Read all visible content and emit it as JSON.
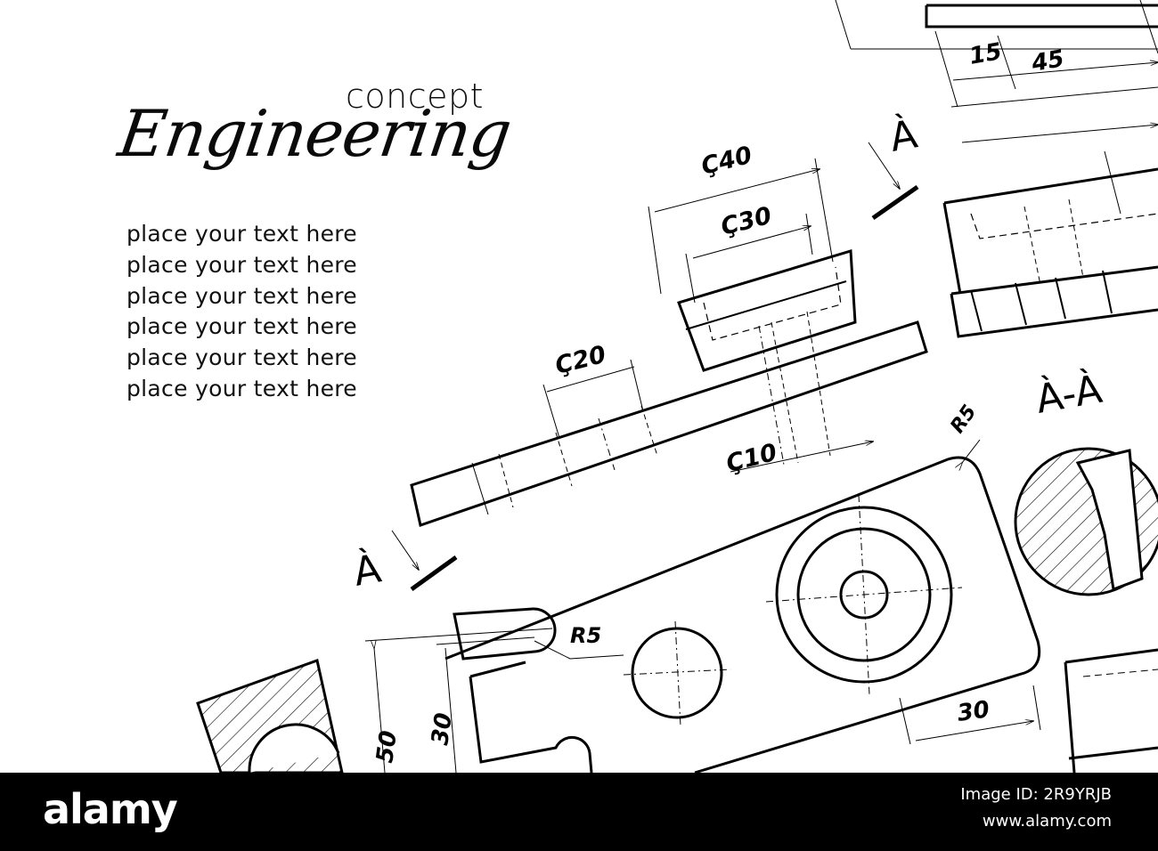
{
  "heading": {
    "small": "concept",
    "large": "Engineering"
  },
  "placeholder_lines": [
    "place your text here",
    "place your text here",
    "place your text here",
    "place your text here",
    "place your text here",
    "place your text here"
  ],
  "dimensions": {
    "d40": "Ç40",
    "d30": "Ç30",
    "d20": "Ç20",
    "d10": "Ç10",
    "r5_small": "R5",
    "r5": "R5",
    "top15": "15",
    "top45": "45",
    "bottom30": "30",
    "left50": "50",
    "left30": "30"
  },
  "section_labels": {
    "a_top": "À",
    "a_left": "À",
    "a_a": "À-À"
  },
  "footer": {
    "brand": "alamy",
    "image_id": "Image ID: 2R9YRJB",
    "url": "www.alamy.com"
  }
}
